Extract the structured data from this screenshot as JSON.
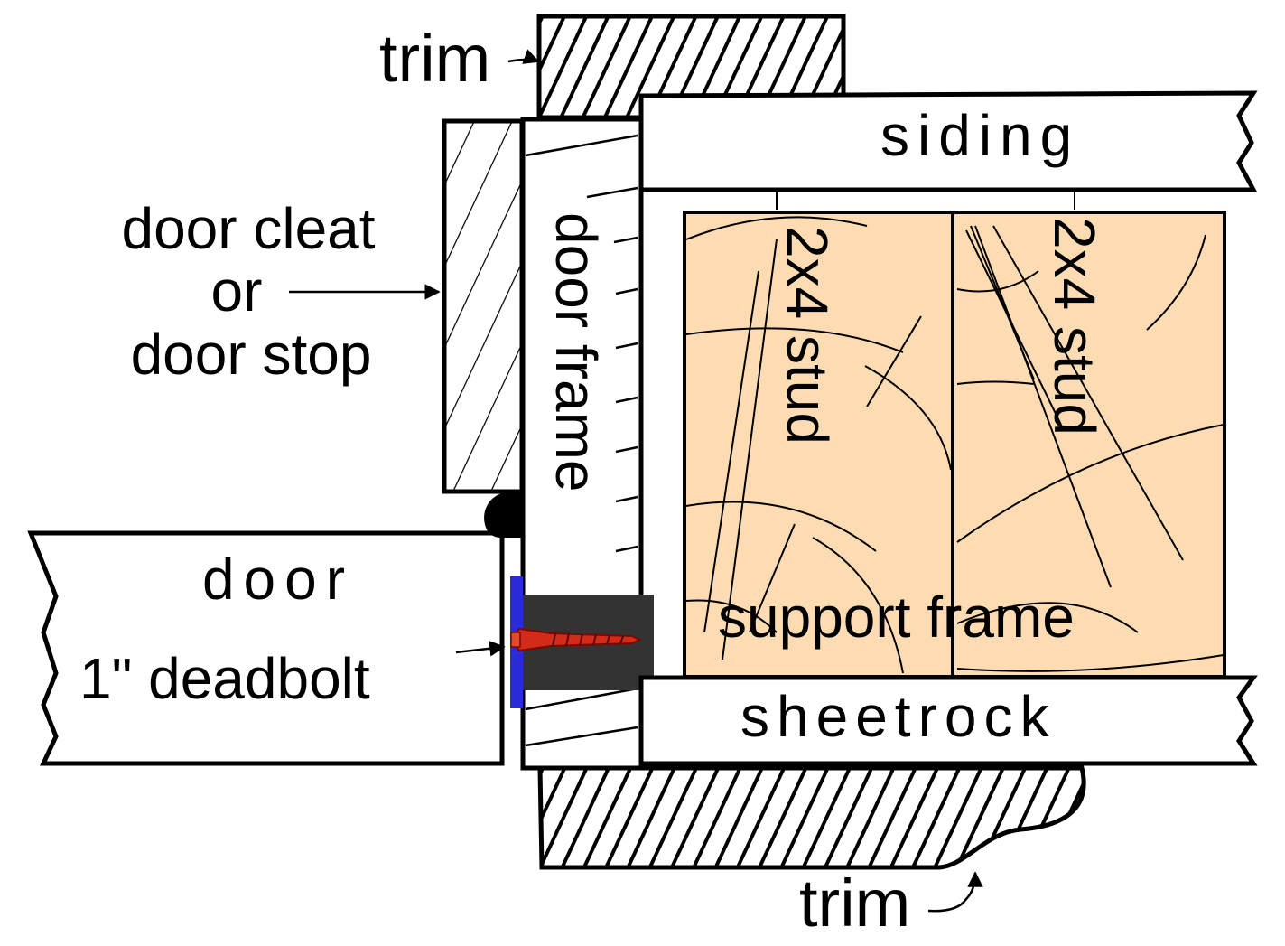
{
  "labels": {
    "trim_top": "trim",
    "siding": "siding",
    "door_cleat_line1": "door cleat",
    "door_cleat_line2": "or",
    "door_cleat_line3": "door stop",
    "door_frame": "door frame",
    "stud_left": "2x4 stud",
    "stud_right": "2x4 stud",
    "door": "door",
    "deadbolt": "1\" deadbolt",
    "support_frame": "support frame",
    "sheetrock": "sheetrock",
    "trim_bottom": "trim"
  },
  "colors": {
    "stud_wood": "#fddcb4",
    "deadbolt_block": "#333333",
    "strike_plate": "#2a2ad8",
    "screw": "#d42a1a",
    "outline": "#000000",
    "background": "#ffffff"
  },
  "icons": {
    "screw": "screw-icon",
    "weatherstrip": "weatherstrip-bulb-icon"
  }
}
